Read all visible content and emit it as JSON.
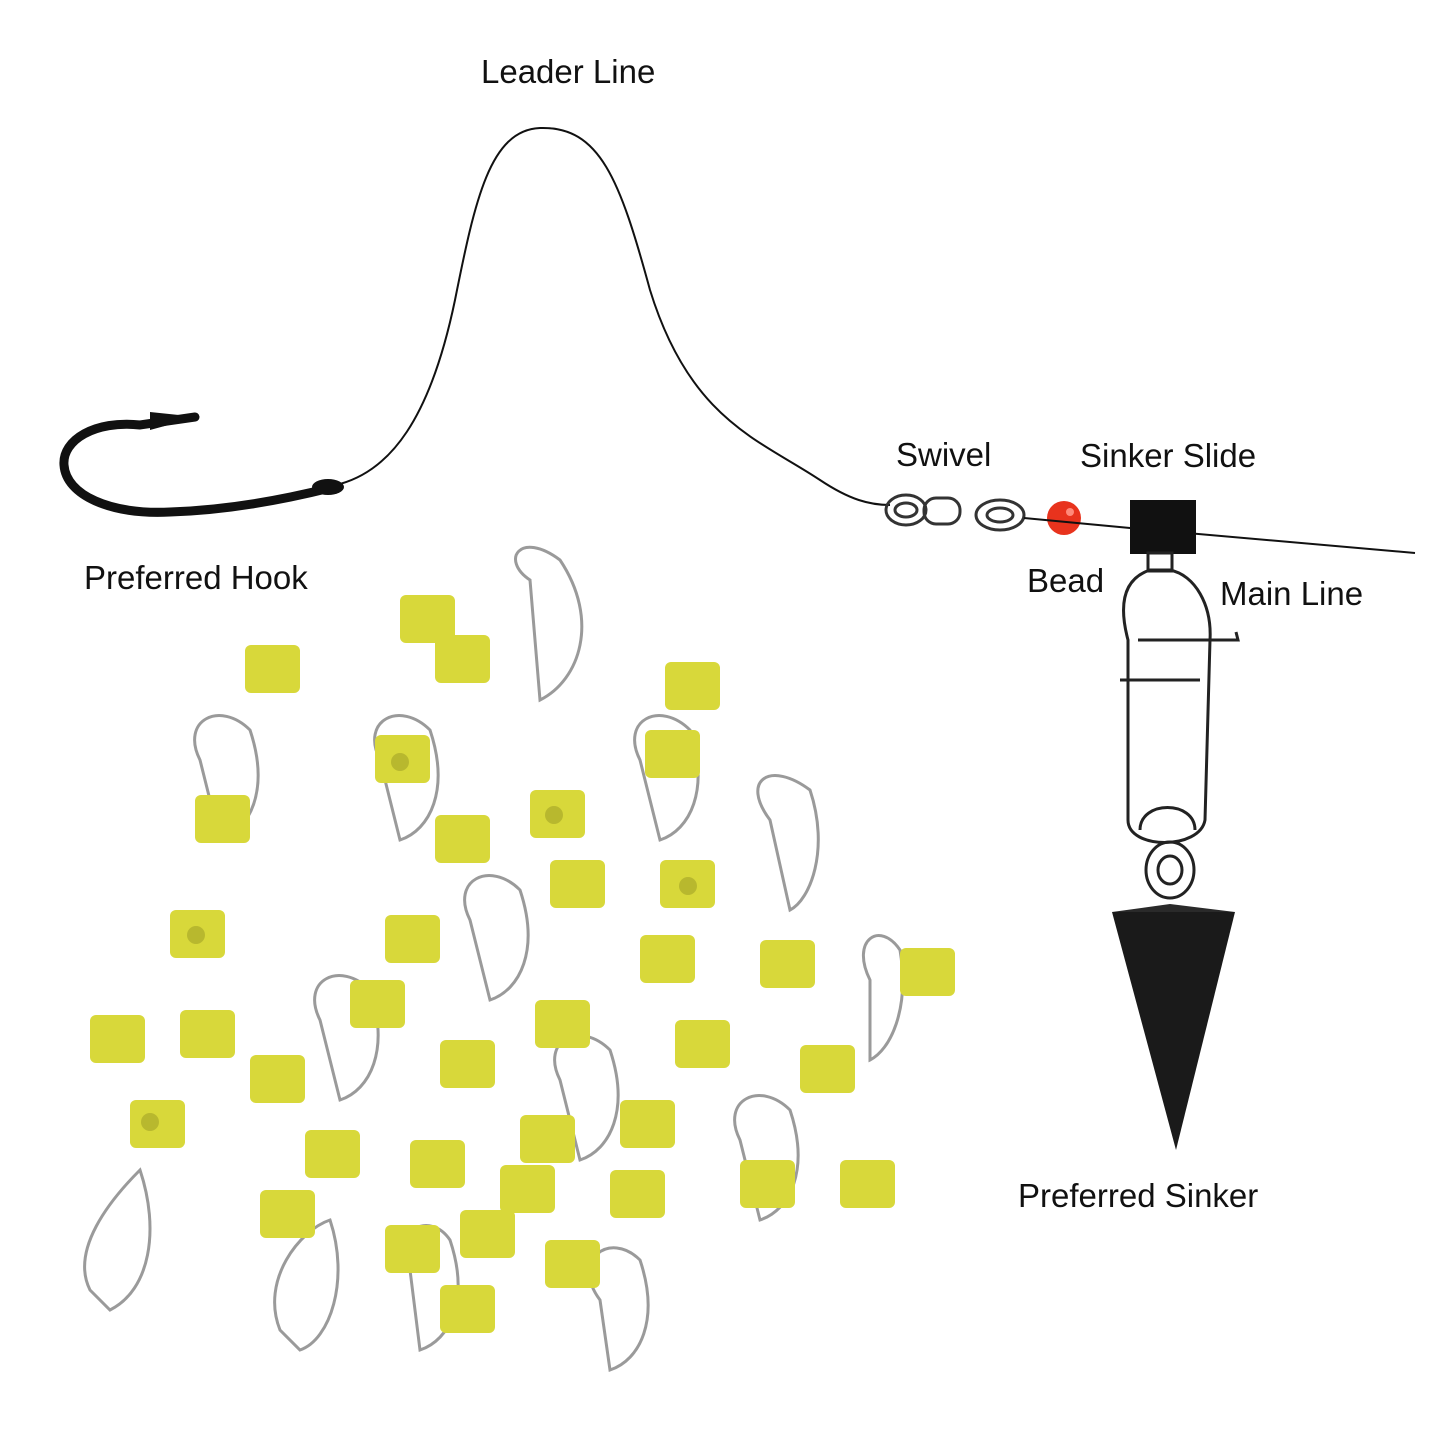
{
  "labels": {
    "leader_line": "Leader Line",
    "swivel": "Swivel",
    "sinker_slide": "Sinker Slide",
    "preferred_hook": "Preferred Hook",
    "bead": "Bead",
    "main_line": "Main Line",
    "preferred_sinker": "Preferred Sinker"
  },
  "colors": {
    "line": "#111111",
    "bead": "#e8331d",
    "sinker": "#1a1a1a",
    "slide_plastic": "#d8d83a",
    "snap_wire": "#9a9a9a"
  }
}
